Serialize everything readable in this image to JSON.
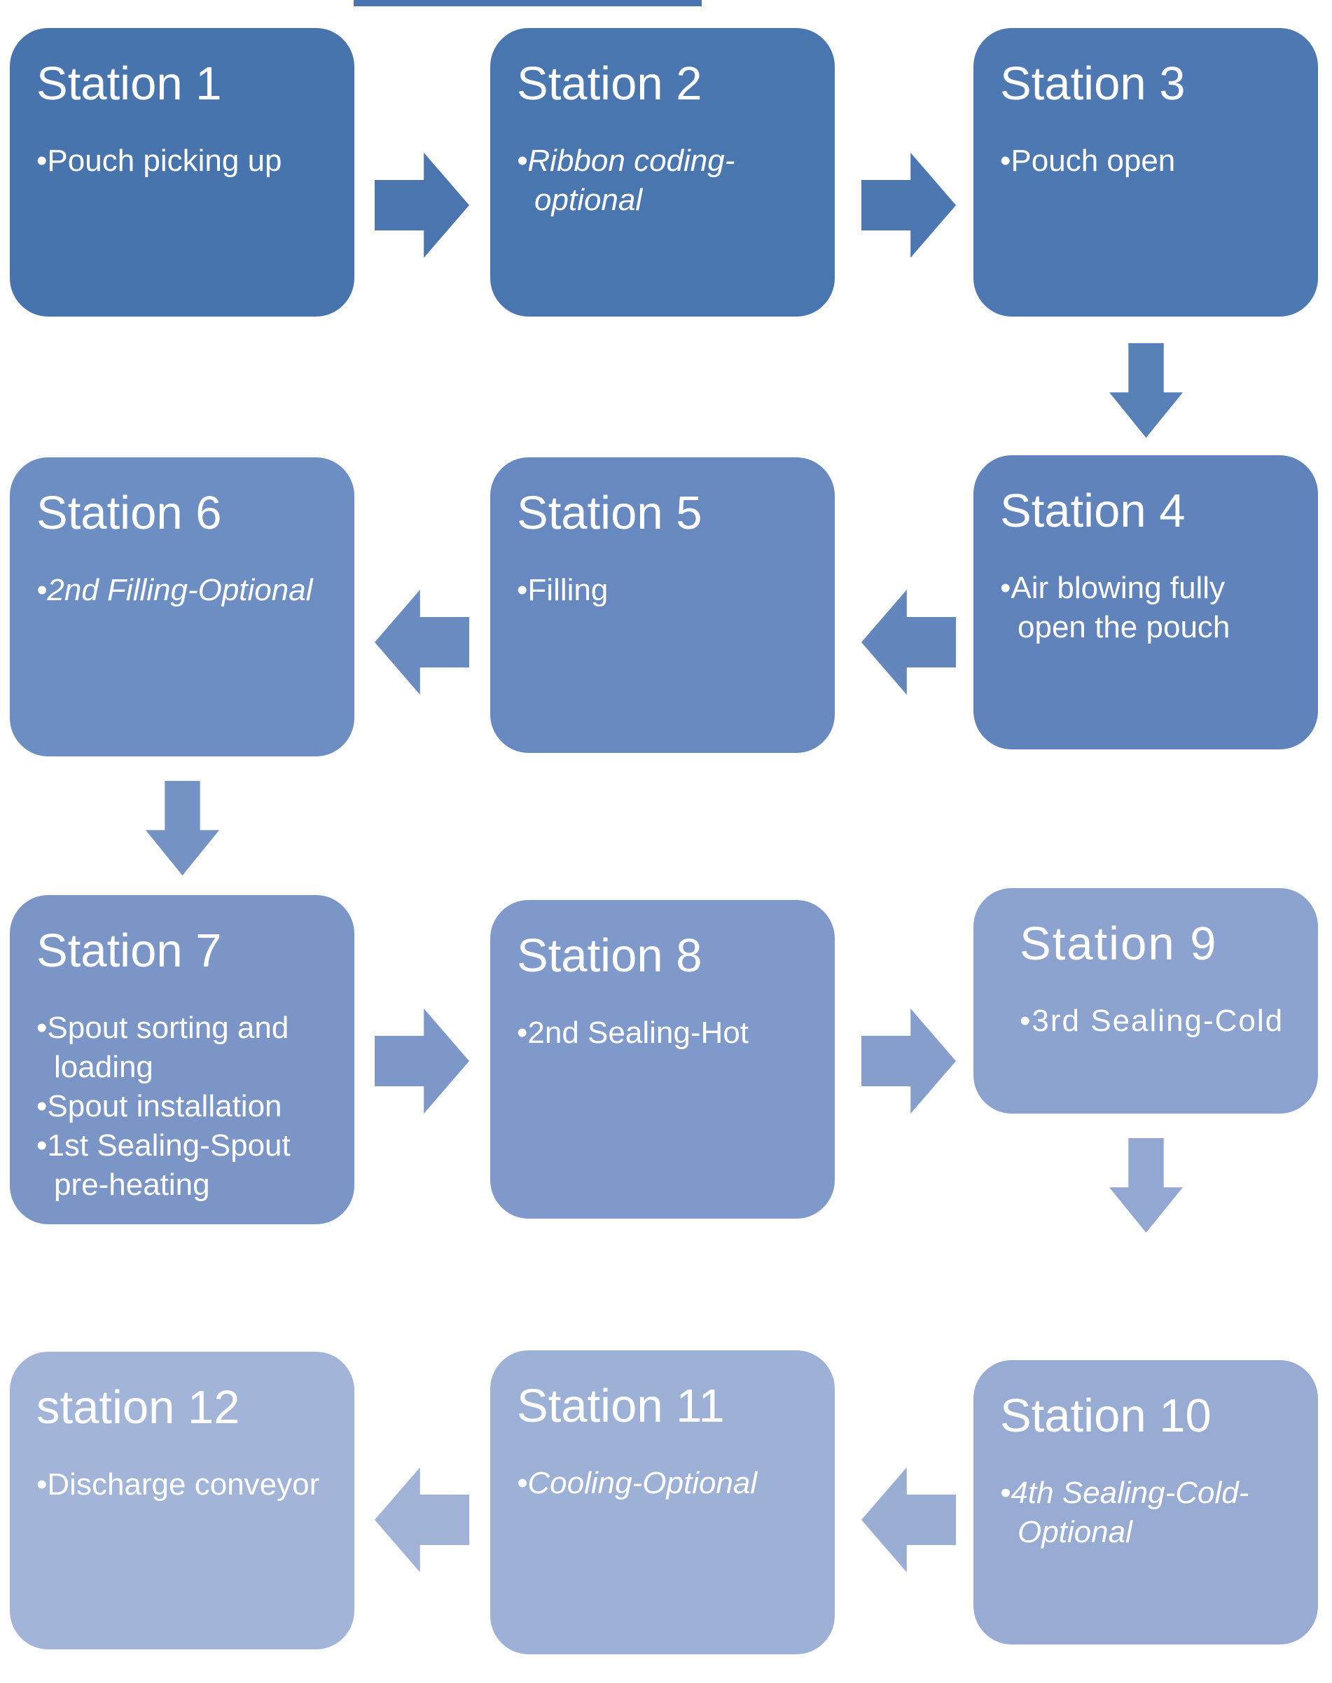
{
  "canvas": {
    "background": "#ffffff",
    "cropped_strip_color": "#4a74ad"
  },
  "flow": {
    "bullet_glyph": "•",
    "stations": [
      {
        "title": "Station 1",
        "color": "#4874ae",
        "bullets": [
          {
            "text": "Pouch picking up",
            "italic": false
          }
        ]
      },
      {
        "title": "Station 2",
        "color": "#4a76b0",
        "bullets": [
          {
            "text": "Ribbon coding-optional",
            "italic": true
          }
        ]
      },
      {
        "title": "Station 3",
        "color": "#4d78b2",
        "bullets": [
          {
            "text": "Pouch open",
            "italic": false
          }
        ]
      },
      {
        "title": "Station 4",
        "color": "#5f83ba",
        "bullets": [
          {
            "text": "Air blowing fully open the pouch",
            "italic": false
          }
        ]
      },
      {
        "title": "Station 5",
        "color": "#6889bf",
        "bullets": [
          {
            "text": "Filling",
            "italic": false
          }
        ]
      },
      {
        "title": "Station 6",
        "color": "#6c8ec2",
        "bullets": [
          {
            "text": "2nd Filling-Optional",
            "italic": true
          }
        ]
      },
      {
        "title": "Station 7",
        "color": "#7b96c6",
        "bullets": [
          {
            "text": "Spout sorting and loading",
            "italic": false
          },
          {
            "text": "Spout installation",
            "italic": false
          },
          {
            "text": "1st Sealing-Spout pre-heating",
            "italic": false
          }
        ]
      },
      {
        "title": "Station 8",
        "color": "#7f9aca",
        "bullets": [
          {
            "text": "2nd Sealing-Hot",
            "italic": false
          }
        ]
      },
      {
        "title": "Station 9",
        "color": "#8ba3ce",
        "bullets": [
          {
            "text": "3rd Sealing-Cold",
            "italic": false
          }
        ]
      },
      {
        "title": "Station 10",
        "color": "#98abd3",
        "bullets": [
          {
            "text": "4th Sealing-Cold-Optional",
            "italic": true
          }
        ]
      },
      {
        "title": "Station 11",
        "color": "#9db0d5",
        "bullets": [
          {
            "text": "Cooling-Optional",
            "italic": true
          }
        ]
      },
      {
        "title": "station 12",
        "color": "#a2b4d7",
        "bullets": [
          {
            "text": "Discharge conveyor",
            "italic": false
          }
        ]
      }
    ],
    "arrows": [
      {
        "from": "Station 1",
        "to": "Station 2",
        "direction": "right",
        "color": "#4a75af"
      },
      {
        "from": "Station 2",
        "to": "Station 3",
        "direction": "right",
        "color": "#4c77b1"
      },
      {
        "from": "Station 3",
        "to": "Station 4",
        "direction": "down",
        "color": "#5680b6"
      },
      {
        "from": "Station 4",
        "to": "Station 5",
        "direction": "left",
        "color": "#6386bd"
      },
      {
        "from": "Station 5",
        "to": "Station 6",
        "direction": "left",
        "color": "#6a8bc0"
      },
      {
        "from": "Station 6",
        "to": "Station 7",
        "direction": "down",
        "color": "#7493c4"
      },
      {
        "from": "Station 7",
        "to": "Station 8",
        "direction": "right",
        "color": "#7d98c8"
      },
      {
        "from": "Station 8",
        "to": "Station 9",
        "direction": "right",
        "color": "#859ecb"
      },
      {
        "from": "Station 9",
        "to": "Station 10",
        "direction": "down",
        "color": "#92a7d1"
      },
      {
        "from": "Station 10",
        "to": "Station 11",
        "direction": "left",
        "color": "#9aaed4"
      },
      {
        "from": "Station 11",
        "to": "Station 12",
        "direction": "left",
        "color": "#a0b2d6"
      }
    ]
  }
}
